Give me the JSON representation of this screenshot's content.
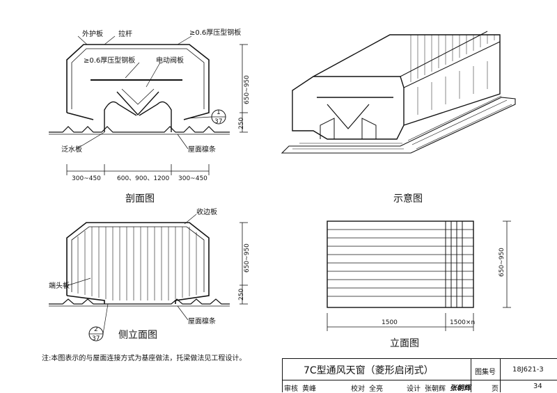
{
  "section_view": {
    "caption": "剖面图",
    "labels": {
      "outer_panel": "外护板",
      "tie_rod": "拉杆",
      "steel_sheet_top": "≥0.6厚压型钢板",
      "steel_sheet_inner": "≥0.6厚压型钢板",
      "electric_valve": "电动阀板",
      "flashing": "泛水板",
      "purlin": "屋面檩条"
    },
    "dims": {
      "height": "650~950",
      "base": "250",
      "left_width": "300~450",
      "mid_width": "600、900、1200",
      "right_width": "300~450"
    },
    "detail_ref": {
      "num": "1",
      "page": "37"
    }
  },
  "schematic_view": {
    "caption": "示意图"
  },
  "side_view": {
    "caption": "侧立面图",
    "labels": {
      "edge_plate": "收边板",
      "end_plate": "端头板",
      "purlin": "屋面檩条"
    },
    "dims": {
      "height": "650~950",
      "base": "250"
    },
    "detail_ref": {
      "num": "2",
      "page": "37"
    }
  },
  "elevation_view": {
    "caption": "立面图",
    "dims": {
      "height": "650~950",
      "width_a": "1500",
      "width_b": "1500×n"
    }
  },
  "note": "注:本图表示的与屋面连接方式为基座做法，托梁做法见工程设计。",
  "title_block": {
    "title": "7C型通风天窗（菱形启闭式）",
    "atlas_label": "图集号",
    "atlas_no": "18J621-3",
    "review_label": "审核",
    "reviewer": "黄峰",
    "check_label": "校对",
    "checker": "全亮",
    "design_label": "设计",
    "designer": "张朝辉",
    "designer_sig": "张朝辉",
    "page_label": "页",
    "page_no": "34"
  }
}
